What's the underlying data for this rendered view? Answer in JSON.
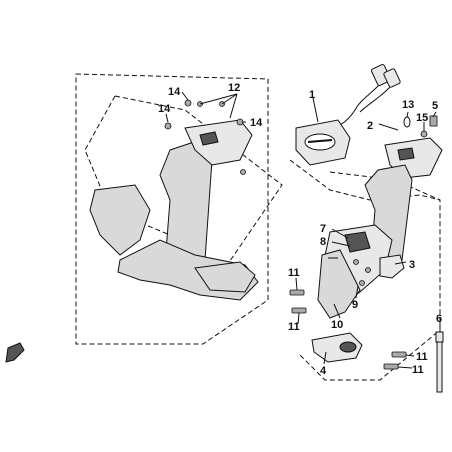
{
  "callouts": {
    "c1": "1",
    "c2": "2",
    "c3": "3",
    "c4": "4",
    "c5": "5",
    "c6": "6",
    "c7": "7",
    "c8": "8",
    "c9": "9",
    "c10": "10",
    "c11a": "11",
    "c11b": "11",
    "c11c": "11",
    "c11d": "11",
    "c12": "12",
    "c13": "13",
    "c14a": "14",
    "c14b": "14",
    "c14c": "14",
    "c15": "15"
  },
  "colors": {
    "line": "#111111",
    "part_fill": "#e8e8e8",
    "background": "#ffffff"
  }
}
